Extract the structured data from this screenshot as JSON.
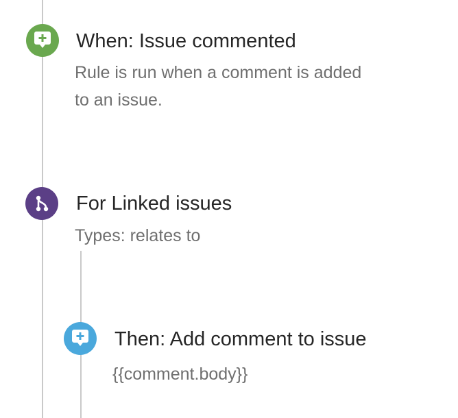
{
  "rule": {
    "trigger": {
      "title": "When: Issue commented",
      "description_line1": "Rule is run when a comment is added",
      "description_line2": "to an issue.",
      "icon": "comment-plus-icon",
      "color": "#6aa84f"
    },
    "branch": {
      "title": "For Linked issues",
      "description": "Types: relates to",
      "icon": "branch-icon",
      "color": "#5b3f86"
    },
    "action": {
      "title": "Then: Add comment to issue",
      "description": "{{comment.body}}",
      "icon": "comment-plus-icon",
      "color": "#4aa8dc"
    }
  }
}
